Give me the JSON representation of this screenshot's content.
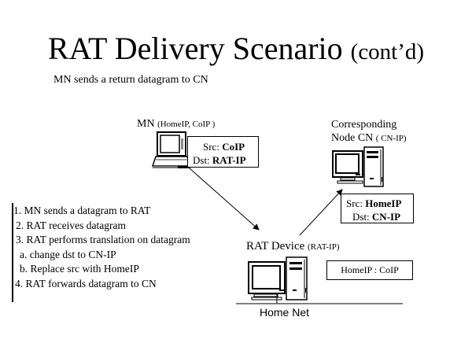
{
  "title": {
    "main": "RAT Delivery Scenario",
    "suffix": "(cont’d)"
  },
  "subtitle": "MN sends a return datagram  to CN",
  "nodes": {
    "mn": {
      "name": "MN",
      "detail": "(HomeIP, CoIP )",
      "icon": "laptop-icon"
    },
    "cn": {
      "name_line1": "Corresponding",
      "name_line2": "Node CN",
      "detail": "( CN-IP)",
      "icon": "desktop-computer-icon"
    },
    "rat": {
      "name": "RAT Device",
      "detail": "(RAT-IP)",
      "icon": "desktop-computer-icon"
    }
  },
  "packets": {
    "outgoing": {
      "src_label": "Src: ",
      "src_value": "CoIP",
      "dst_label": "Dst: ",
      "dst_value": "RAT-IP"
    },
    "forwarded": {
      "src_label": "Src: ",
      "src_value": "HomeIP",
      "dst_label": "Dst: ",
      "dst_value": "CN-IP"
    }
  },
  "binding_table": {
    "entry": "HomeIP : CoIP"
  },
  "network": {
    "label": "Home Net"
  },
  "steps": [
    "1. MN sends a datagram to RAT",
    "2. RAT receives datagram",
    "3. RAT performs translation on datagram",
    "  a. change dst to CN-IP",
    "  b. Replace src with HomeIP",
    "4. RAT forwards datagram to CN"
  ]
}
